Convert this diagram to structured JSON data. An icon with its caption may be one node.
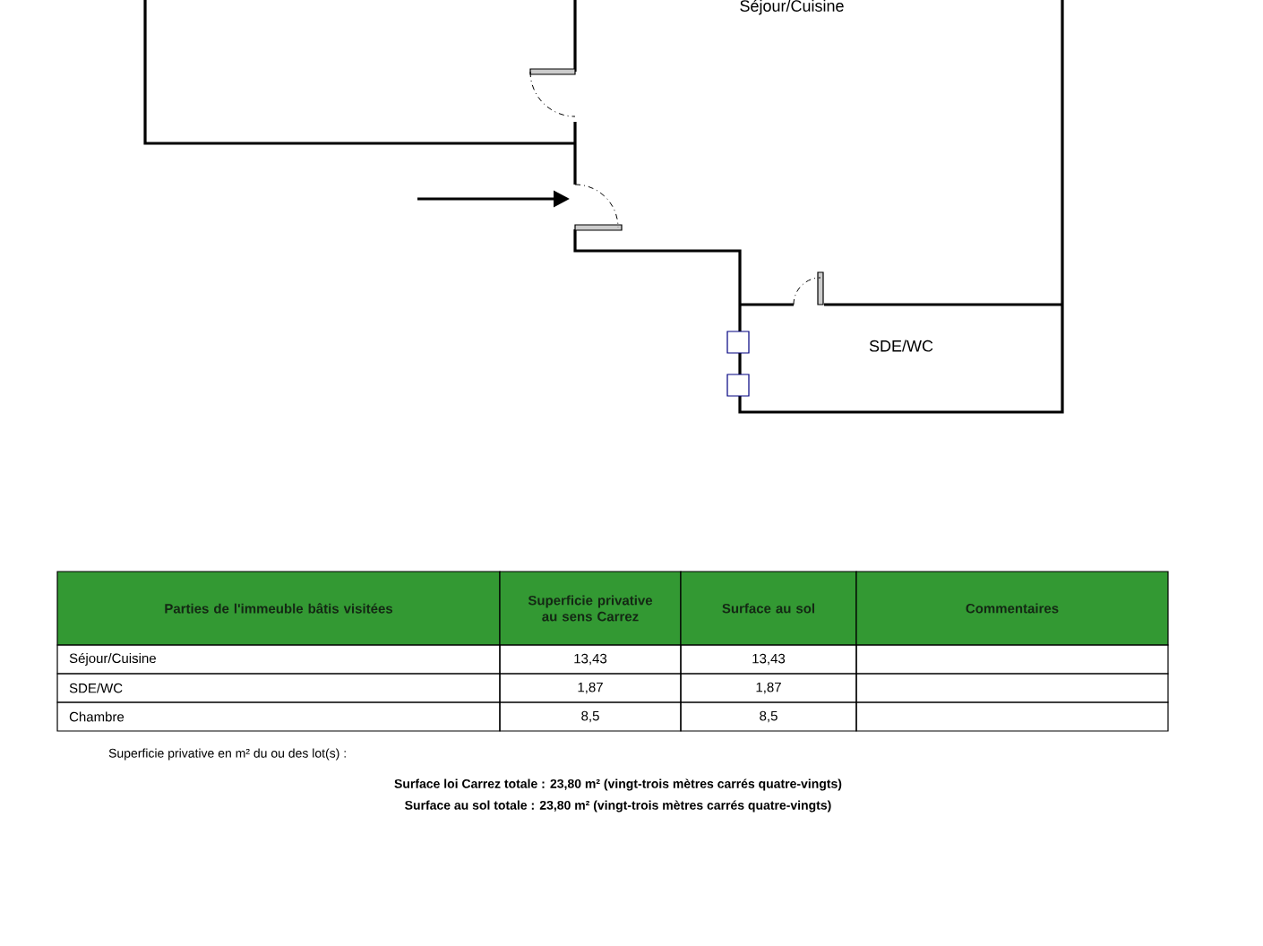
{
  "diagram": {
    "labels": [
      "Séjour/Cuisine",
      "SDE/WC",
      "Parties de l'immeuble bâtis visitées",
      "Superficie privative au sens Carrez",
      "Surface au sol",
      "Commentaires",
      "Séjour/Cuisine",
      "13,43",
      "13,43",
      "SDE/WC",
      "1,87",
      "1,87",
      "Chambre",
      "8,5",
      "8,5",
      "Superficie privative en m² du ou des lot(s) :",
      "Surface loi Carrez totale : 23,80 m² (vingt-trois mètres carrés quatre-vingts)",
      "Surface au sol totale : 23,80 m² (vingt-trois mètres carrés quatre-vingts)"
    ]
  }
}
